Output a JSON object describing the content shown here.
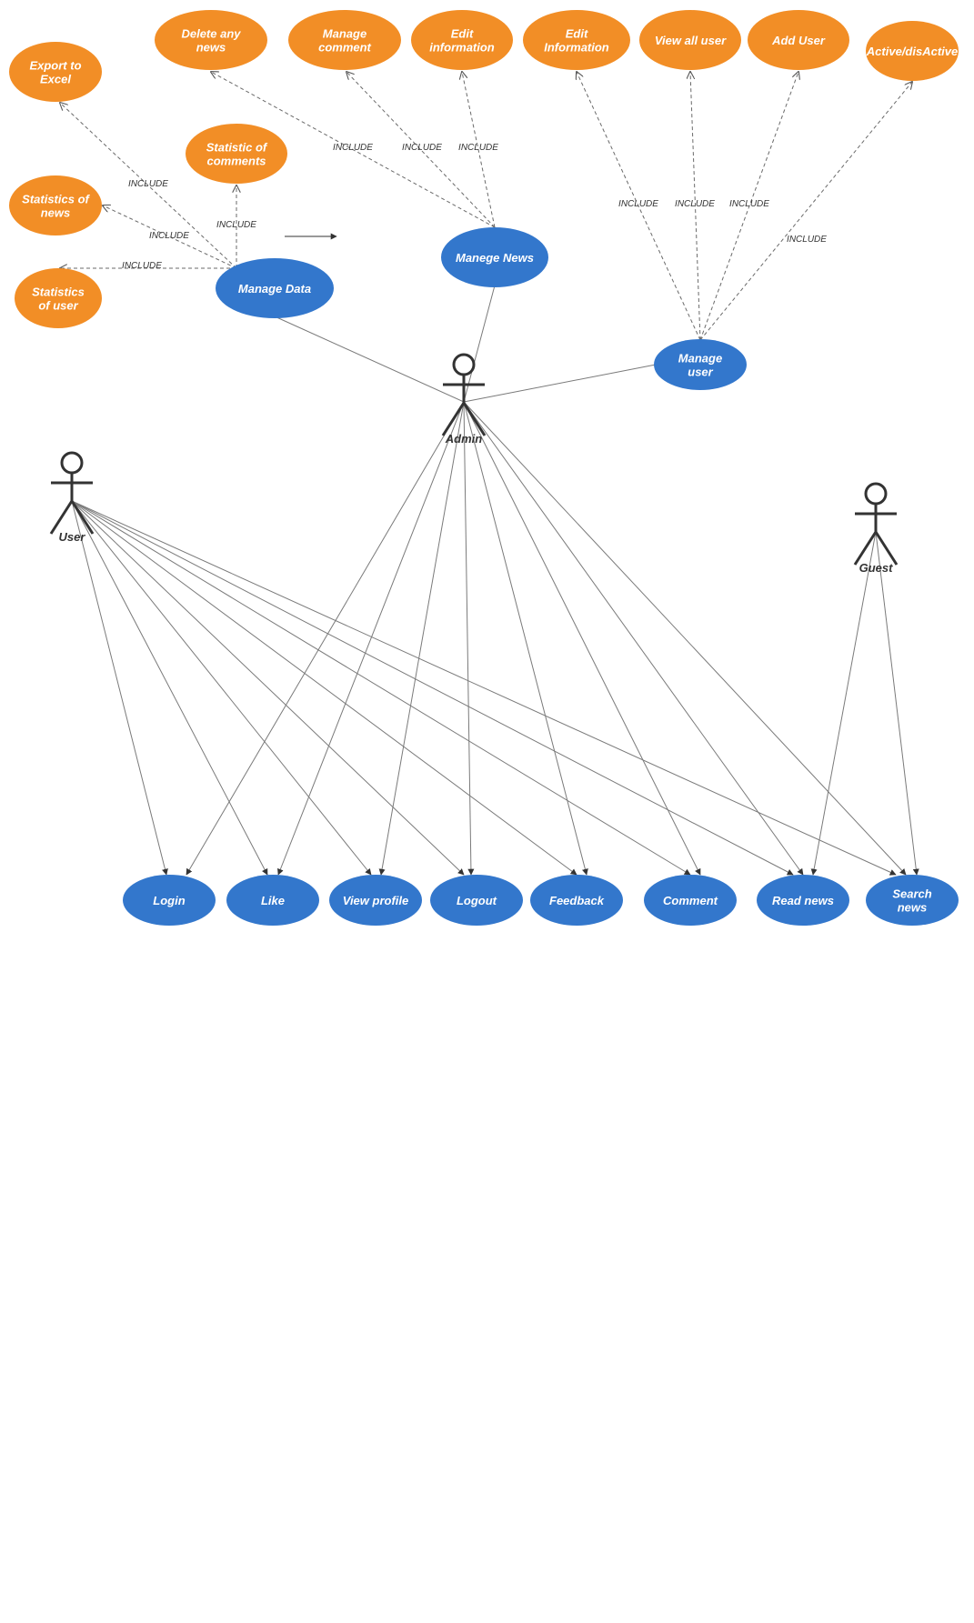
{
  "colors": {
    "orange": "#F28E26",
    "blue": "#3377CC",
    "line": "#7a7a7a",
    "text_dark": "#333333"
  },
  "include_label": "INCLUDE",
  "actors": [
    {
      "id": "admin",
      "label": "Admin"
    },
    {
      "id": "user",
      "label": "User"
    },
    {
      "id": "guest",
      "label": "Guest"
    }
  ],
  "orange_use_cases": [
    {
      "id": "export",
      "lines": [
        "Export to",
        "Excel"
      ]
    },
    {
      "id": "delete-news",
      "lines": [
        "Delete any",
        "news"
      ]
    },
    {
      "id": "manage-comment",
      "lines": [
        "Manage",
        "comment"
      ]
    },
    {
      "id": "edit-info-1",
      "lines": [
        "Edit",
        "information"
      ]
    },
    {
      "id": "edit-info-2",
      "lines": [
        "Edit",
        "Information"
      ]
    },
    {
      "id": "view-all-user",
      "lines": [
        "View all user"
      ]
    },
    {
      "id": "add-user",
      "lines": [
        "Add User"
      ]
    },
    {
      "id": "active",
      "lines": [
        "Active/disActive"
      ]
    },
    {
      "id": "stat-comments",
      "lines": [
        "Statistic of",
        "comments"
      ]
    },
    {
      "id": "stat-news",
      "lines": [
        "Statistics of",
        "news"
      ]
    },
    {
      "id": "stat-user",
      "lines": [
        "Statistics",
        "of user"
      ]
    }
  ],
  "blue_use_cases": [
    {
      "id": "manage-news",
      "lines": [
        "Manege News"
      ]
    },
    {
      "id": "manage-data",
      "lines": [
        "Manage Data"
      ]
    },
    {
      "id": "manage-user",
      "lines": [
        "Manage",
        "user"
      ]
    },
    {
      "id": "login",
      "lines": [
        "Login"
      ]
    },
    {
      "id": "like",
      "lines": [
        "Like"
      ]
    },
    {
      "id": "view-profile",
      "lines": [
        "View profile"
      ]
    },
    {
      "id": "logout",
      "lines": [
        "Logout"
      ]
    },
    {
      "id": "feedback",
      "lines": [
        "Feedback"
      ]
    },
    {
      "id": "comment",
      "lines": [
        "Comment"
      ]
    },
    {
      "id": "read-news",
      "lines": [
        "Read news"
      ]
    },
    {
      "id": "search-news",
      "lines": [
        "Search",
        "news"
      ]
    }
  ],
  "include_relations": [
    {
      "from": "manage-data",
      "to": "export"
    },
    {
      "from": "manage-data",
      "to": "stat-comments"
    },
    {
      "from": "manage-data",
      "to": "stat-news"
    },
    {
      "from": "manage-data",
      "to": "stat-user"
    },
    {
      "from": "manage-news",
      "to": "delete-news"
    },
    {
      "from": "manage-news",
      "to": "manage-comment"
    },
    {
      "from": "manage-news",
      "to": "edit-info-1"
    },
    {
      "from": "manage-user",
      "to": "edit-info-2"
    },
    {
      "from": "manage-user",
      "to": "view-all-user"
    },
    {
      "from": "manage-user",
      "to": "add-user"
    },
    {
      "from": "manage-user",
      "to": "active"
    }
  ],
  "associations": [
    {
      "from": "admin",
      "to": "manage-data"
    },
    {
      "from": "admin",
      "to": "manage-news"
    },
    {
      "from": "admin",
      "to": "manage-user"
    },
    {
      "from": "admin",
      "to": "login"
    },
    {
      "from": "admin",
      "to": "like"
    },
    {
      "from": "admin",
      "to": "view-profile"
    },
    {
      "from": "admin",
      "to": "logout"
    },
    {
      "from": "admin",
      "to": "feedback"
    },
    {
      "from": "admin",
      "to": "comment"
    },
    {
      "from": "admin",
      "to": "read-news"
    },
    {
      "from": "admin",
      "to": "search-news"
    },
    {
      "from": "user",
      "to": "login"
    },
    {
      "from": "user",
      "to": "like"
    },
    {
      "from": "user",
      "to": "view-profile"
    },
    {
      "from": "user",
      "to": "logout"
    },
    {
      "from": "user",
      "to": "feedback"
    },
    {
      "from": "user",
      "to": "comment"
    },
    {
      "from": "user",
      "to": "read-news"
    },
    {
      "from": "user",
      "to": "search-news"
    },
    {
      "from": "guest",
      "to": "read-news"
    },
    {
      "from": "guest",
      "to": "search-news"
    }
  ]
}
